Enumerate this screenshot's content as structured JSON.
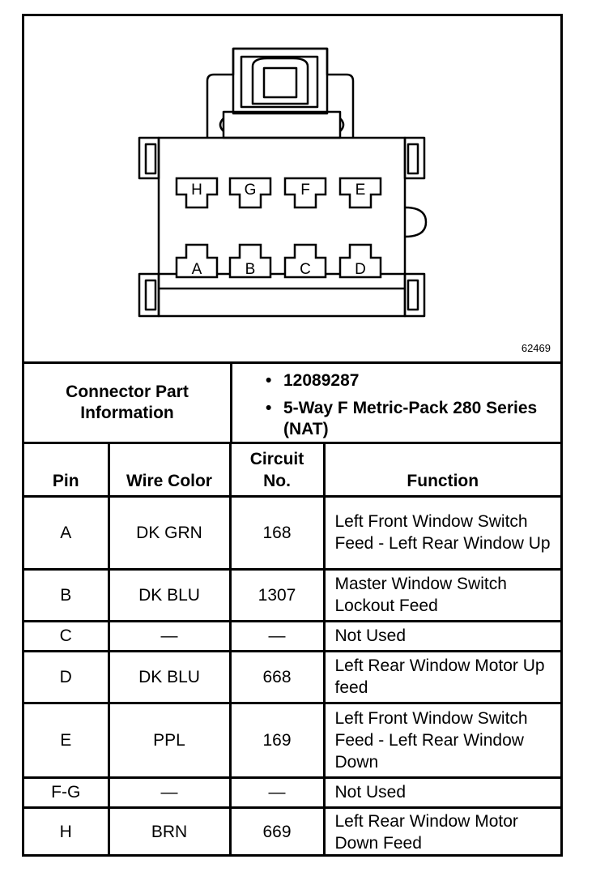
{
  "figure": {
    "id": "62469",
    "cavities_top": [
      "H",
      "G",
      "F",
      "E"
    ],
    "cavities_bottom": [
      "A",
      "B",
      "C",
      "D"
    ]
  },
  "connector_info": {
    "label": "Connector Part Information",
    "items": [
      "12089287",
      "5-Way F Metric-Pack 280 Series (NAT)"
    ]
  },
  "table": {
    "headers": {
      "pin": "Pin",
      "wire_color": "Wire Color",
      "circuit": "Circuit No.",
      "function": "Function"
    },
    "rows": [
      {
        "pin": "A",
        "wire_color": "DK GRN",
        "circuit": "168",
        "function": "Left Front Window Switch Feed - Left Rear Window Up"
      },
      {
        "pin": "B",
        "wire_color": "DK BLU",
        "circuit": "1307",
        "function": "Master Window Switch Lockout Feed"
      },
      {
        "pin": "C",
        "wire_color": "—",
        "circuit": "—",
        "function": "Not Used"
      },
      {
        "pin": "D",
        "wire_color": "DK BLU",
        "circuit": "668",
        "function": "Left Rear Window Motor Up feed"
      },
      {
        "pin": "E",
        "wire_color": "PPL",
        "circuit": "169",
        "function": "Left Front Window Switch Feed - Left Rear Window Down"
      },
      {
        "pin": "F-G",
        "wire_color": "—",
        "circuit": "—",
        "function": "Not Used"
      },
      {
        "pin": "H",
        "wire_color": "BRN",
        "circuit": "669",
        "function": "Left Rear Window Motor Down Feed"
      }
    ]
  }
}
